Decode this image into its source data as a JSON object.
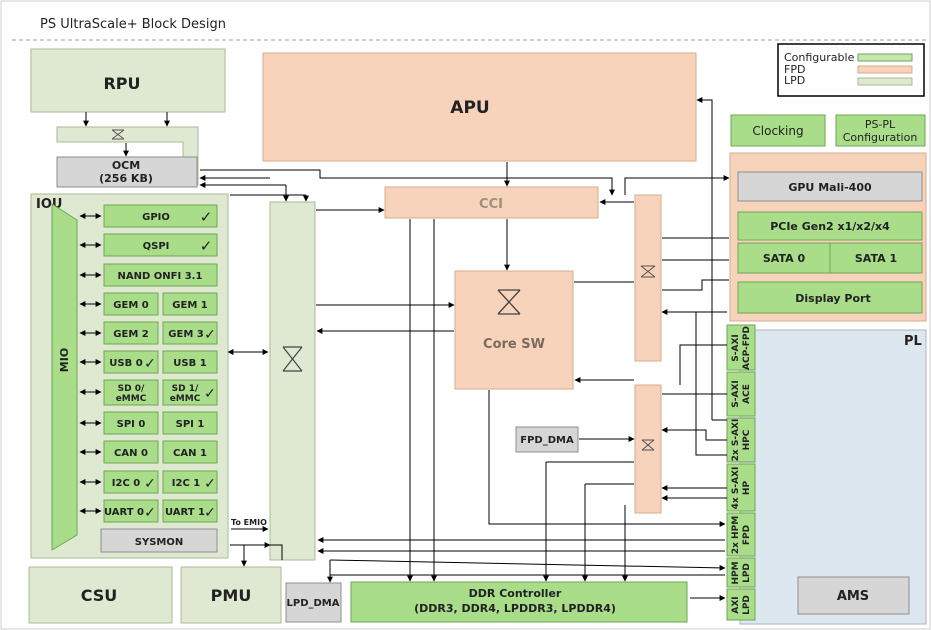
{
  "header": {
    "title": "PS UltraScale+ Block Design"
  },
  "legend": {
    "configurable": "Configurable",
    "fpd": "FPD",
    "lpd": "LPD"
  },
  "colors": {
    "lpd_fill": "#dfe9d2",
    "lpd_stroke": "#a8b996",
    "fpd_fill": "#f6d3ba",
    "fpd_stroke": "#d5ac8e",
    "cfg_fill": "#a9dd8a",
    "cfg_stroke": "#6fa653",
    "gray_fill": "#d6d6d6",
    "gray_stroke": "#8e8e8e",
    "pl_fill": "#dde7ef",
    "pl_stroke": "#a9b6c2",
    "line": "#000000"
  },
  "blocks": {
    "rpu": "RPU",
    "apu": "APU",
    "ocm": [
      "OCM",
      "(256 KB)"
    ],
    "iou": "IOU",
    "mio": "MIO",
    "cci": "CCI",
    "core_sw": "Core SW",
    "clocking": "Clocking",
    "ps_pl": [
      "PS-PL",
      "Configuration"
    ],
    "gpu": "GPU Mali-400",
    "pcie": "PCIe Gen2 x1/x2/x4",
    "sata0": "SATA 0",
    "sata1": "SATA 1",
    "display_port": "Display Port",
    "pl": "PL",
    "ams": "AMS",
    "fpd_dma": "FPD_DMA",
    "lpd_dma": "LPD_DMA",
    "csu": "CSU",
    "pmu": "PMU",
    "ddr": [
      "DDR Controller",
      "(DDR3, DDR4, LPDDR3, LPDDR4)"
    ],
    "sysmon": "SYSMON",
    "to_emio": "To EMIO"
  },
  "peripherals": {
    "gpio": "GPIO",
    "qspi": "QSPI",
    "nand": "NAND ONFI 3.1",
    "gem0": "GEM 0",
    "gem1": "GEM 1",
    "gem2": "GEM 2",
    "gem3": "GEM 3",
    "usb0": "USB 0",
    "usb1": "USB 1",
    "sd0": [
      "SD 0/",
      "eMMC"
    ],
    "sd1": [
      "SD 1/",
      "eMMC"
    ],
    "spi0": "SPI 0",
    "spi1": "SPI 1",
    "can0": "CAN 0",
    "can1": "CAN 1",
    "i2c0": "I2C 0",
    "i2c1": "I2C 1",
    "uart0": "UART 0",
    "uart1": "UART 1"
  },
  "check_mark": "✓",
  "ports": {
    "acp": [
      "S-AXI",
      "ACP-FPD"
    ],
    "ace": [
      "S-AXI",
      "ACE"
    ],
    "hpc": [
      "2x S-AXI",
      "HPC"
    ],
    "hp": [
      "4x S-AXI",
      "HP"
    ],
    "hpm_fpd": [
      "2x HPM",
      "FPD"
    ],
    "hpm_lpd": [
      "HPM",
      "LPD"
    ],
    "axi_lpd": [
      "AXI",
      "LPD"
    ]
  }
}
